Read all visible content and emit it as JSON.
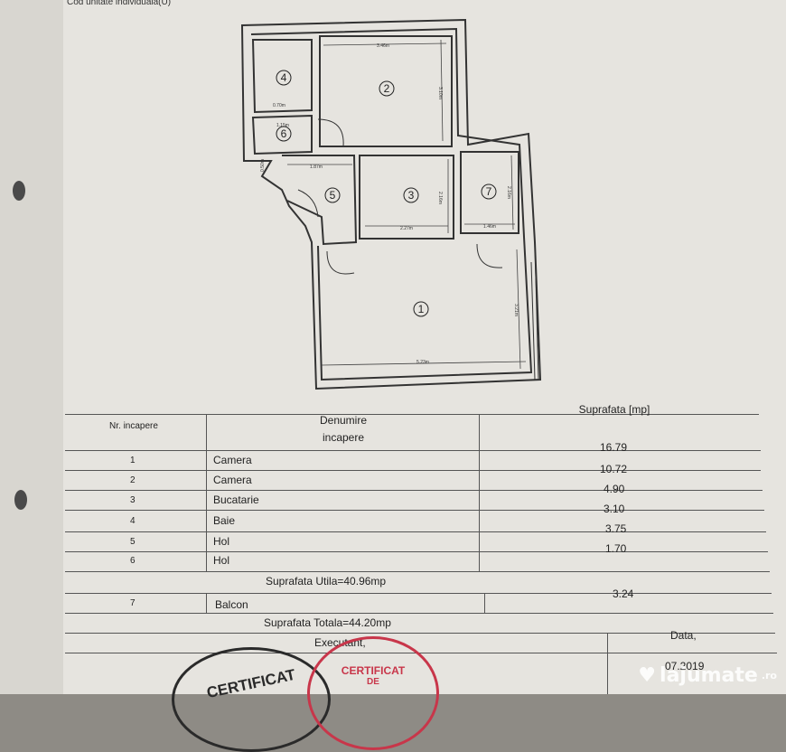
{
  "header": {
    "title": "Cod unitate individuala(U)"
  },
  "plan": {
    "rooms": [
      "1",
      "2",
      "3",
      "4",
      "5",
      "6",
      "7"
    ],
    "dimensions": [
      "3.46m",
      "3.10m",
      "2.27m",
      "2.16m",
      "1.46m",
      "2.16m",
      "5.23m",
      "3.21m",
      "1.87m",
      "1.15m",
      "0.70m",
      "0.50m"
    ]
  },
  "table": {
    "headers": {
      "nr": "Nr. incapere",
      "name": "Denumire incapere",
      "area": "Suprafata [mp]"
    },
    "rows": [
      {
        "nr": "1",
        "name": "Camera",
        "area": "16.79"
      },
      {
        "nr": "2",
        "name": "Camera",
        "area": "10.72"
      },
      {
        "nr": "3",
        "name": "Bucatarie",
        "area": "4.90"
      },
      {
        "nr": "4",
        "name": "Baie",
        "area": "3.10"
      },
      {
        "nr": "5",
        "name": "Hol",
        "area": "3.75"
      },
      {
        "nr": "6",
        "name": "Hol",
        "area": "1.70"
      }
    ],
    "utila": "Suprafata Utila=40.96mp",
    "balcon": {
      "nr": "7",
      "name": "Balcon",
      "area": "3.24"
    },
    "totala": "Suprafata Totala=44.20mp",
    "executant": "Executant,",
    "data_label": "Data,",
    "data_value": "07.2019"
  },
  "stamps": {
    "left": "CERTIFICAT",
    "right": "CERTIFICAT",
    "right_sub": "DE"
  },
  "watermark": {
    "brand": "lajumate",
    "tld": ".ro"
  }
}
